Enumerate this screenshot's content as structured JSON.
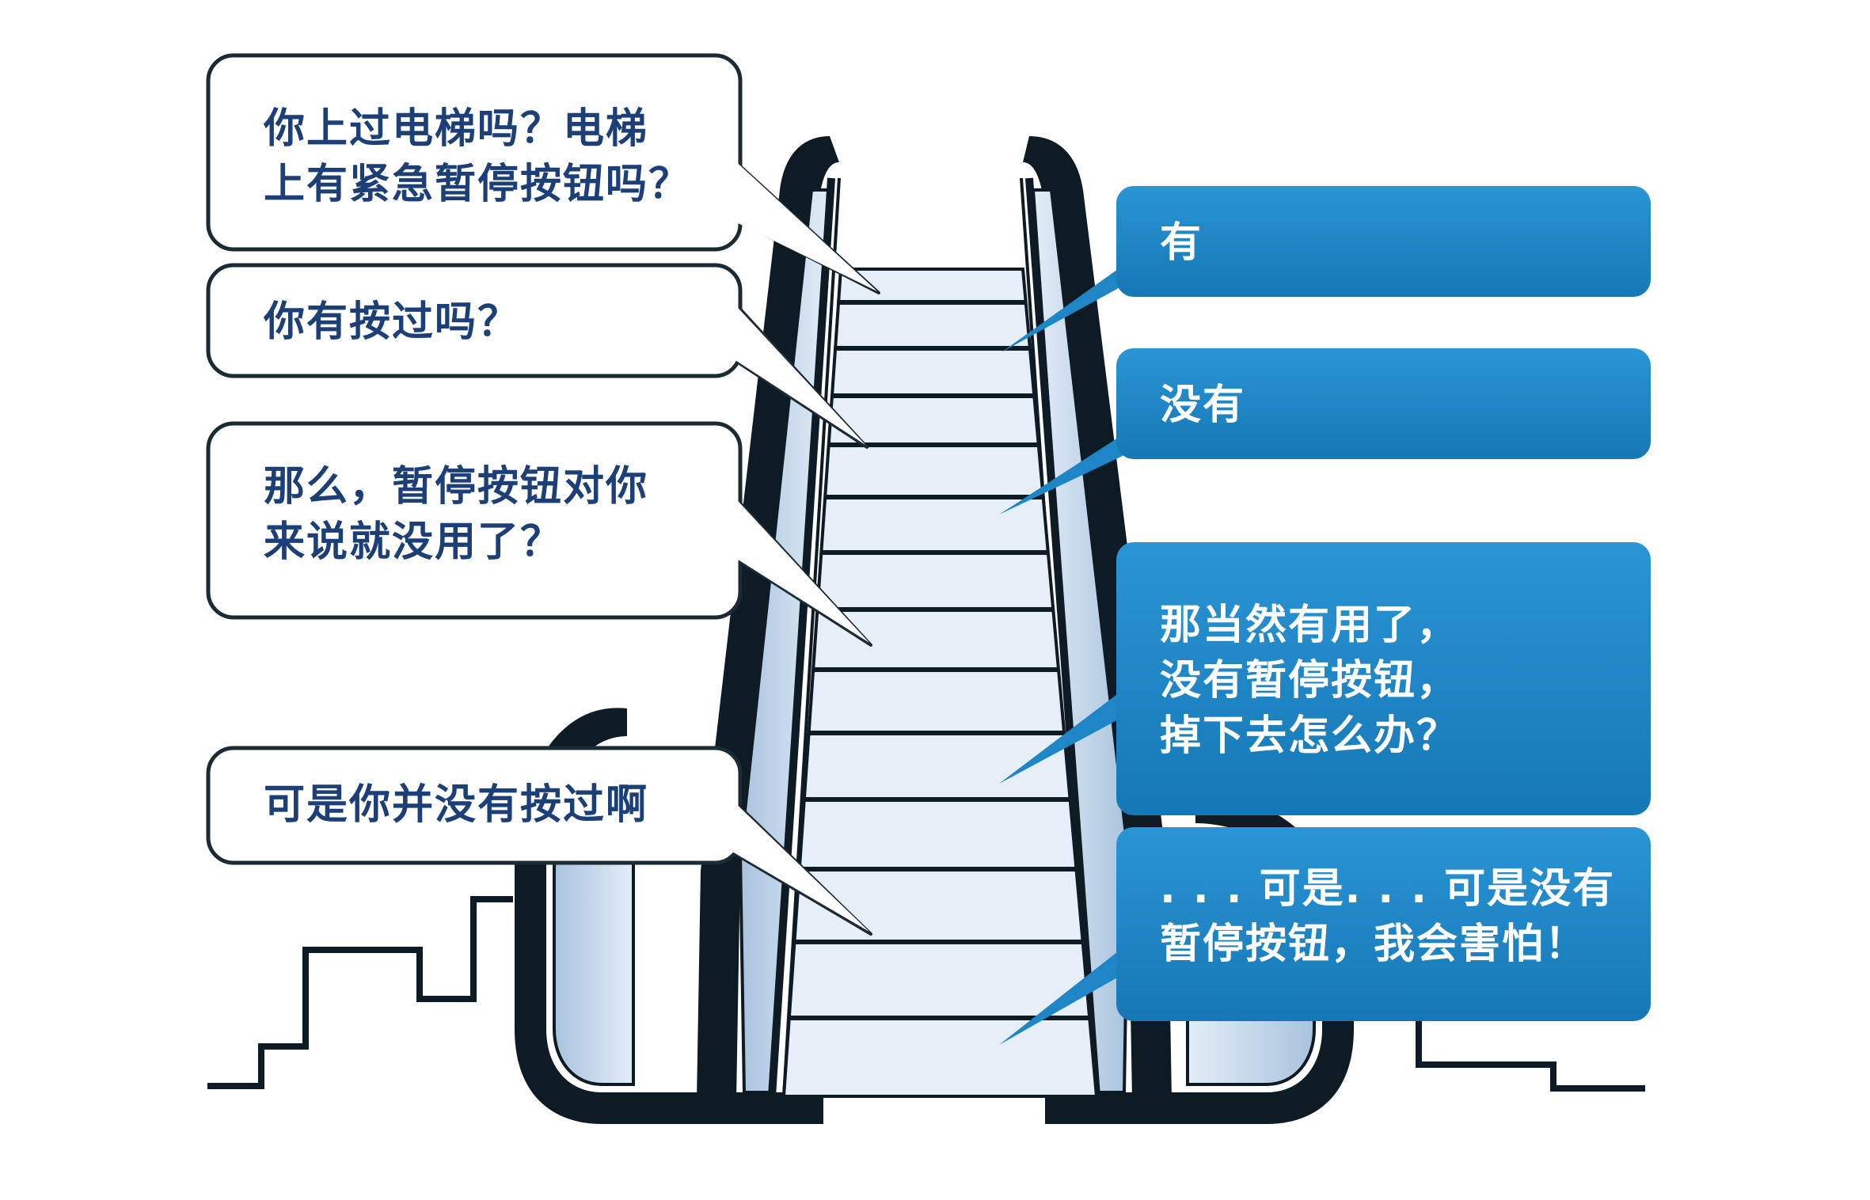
{
  "questions": [
    {
      "text": "你上过电梯吗？电梯\n上有紧急暂停按钮吗？"
    },
    {
      "text": "你有按过吗？"
    },
    {
      "text": "那么，暂停按钮对你\n来说就没用了？"
    },
    {
      "text": "可是你并没有按过啊"
    }
  ],
  "answers": [
    {
      "text": "有"
    },
    {
      "text": "没有"
    },
    {
      "text": "那当然有用了，\n没有暂停按钮，\n掉下去怎么办？"
    },
    {
      "text": ". . . 可是. . . 可是没有\n暂停按钮，我会害怕！"
    }
  ],
  "colors": {
    "question_fill": "#ffffff",
    "question_border": "#1b2a33",
    "question_text": "#1c3f78",
    "answer_fill": "#1e86c6",
    "answer_text": "#ffffff",
    "escalator_outline": "#0e1a24",
    "step_fill": "#e6eef7",
    "glass_fill": "#c7d9ec"
  }
}
